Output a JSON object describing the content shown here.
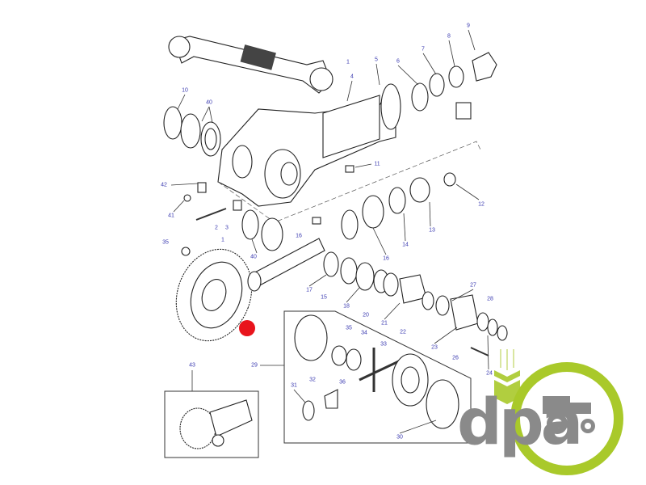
{
  "diagram": {
    "labels": {
      "l1a": "1",
      "l4": "4",
      "l5": "5",
      "l6": "6",
      "l7": "7",
      "l8": "8",
      "l9": "9",
      "l10": "10",
      "l40a": "40",
      "l42": "42",
      "l41": "41",
      "l11": "11",
      "l12": "12",
      "l13": "13",
      "l14": "14",
      "l16a": "16",
      "l16b": "16",
      "l2": "2",
      "l3": "3",
      "l1b": "1",
      "l35a": "35",
      "l40b": "40",
      "l17": "17",
      "l15": "15",
      "l18": "18",
      "l20": "20",
      "l21": "21",
      "l22": "22",
      "l23": "23",
      "l27": "27",
      "l28": "28",
      "l24": "24",
      "l26": "26",
      "l29": "29",
      "l43": "43",
      "l35b": "35",
      "l34": "34",
      "l33": "33",
      "l36": "36",
      "l31": "31",
      "l32": "32",
      "l30": "30"
    },
    "marker_color": "#e8141c"
  },
  "logo": {
    "text": "dpa",
    "text_color": "#8a8a8a",
    "accent_color": "#a9c92a"
  }
}
